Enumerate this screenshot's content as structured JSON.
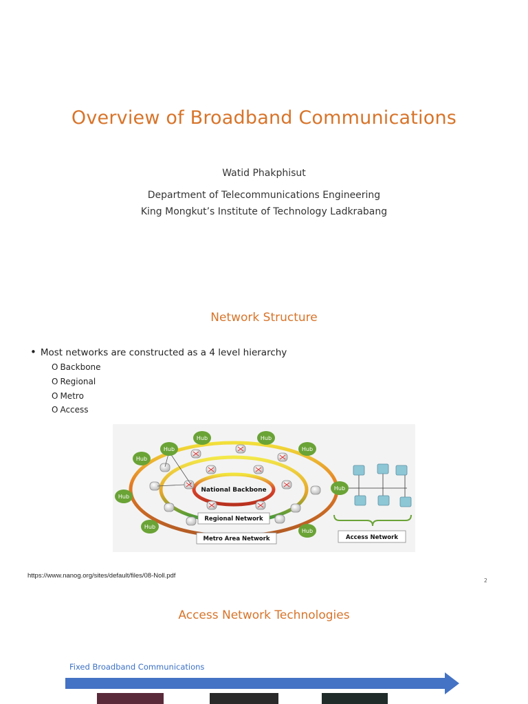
{
  "slide1": {
    "title": "Overview of Broadband Communications",
    "author": "Watid Phakphisut",
    "department": "Department of Telecommunications Engineering",
    "institute": "King Mongkut’s Institute of Technology Ladkrabang"
  },
  "slide2": {
    "title": "Network Structure",
    "bullet": "Most networks are constructed as a 4 level hierarchy",
    "sub_marker": "O",
    "sub_items": [
      "Backbone",
      "Regional",
      "Metro",
      "Access"
    ],
    "diagram": {
      "hub_label": "Hub",
      "national_label": "National Backbone",
      "regional_label": "Regional Network",
      "metro_label": "Metro Area Network",
      "access_label": "Access Network"
    },
    "source": "https://www.nanog.org/sites/default/files/08-Noll.pdf",
    "page_number": "2"
  },
  "slide3": {
    "title": "Access Network Technologies",
    "arrow_label": "Fixed Broadband Communications"
  },
  "colors": {
    "accent_orange": "#d7742a",
    "arrow_blue": "#4472c4",
    "hub_green": "#6aa336"
  }
}
